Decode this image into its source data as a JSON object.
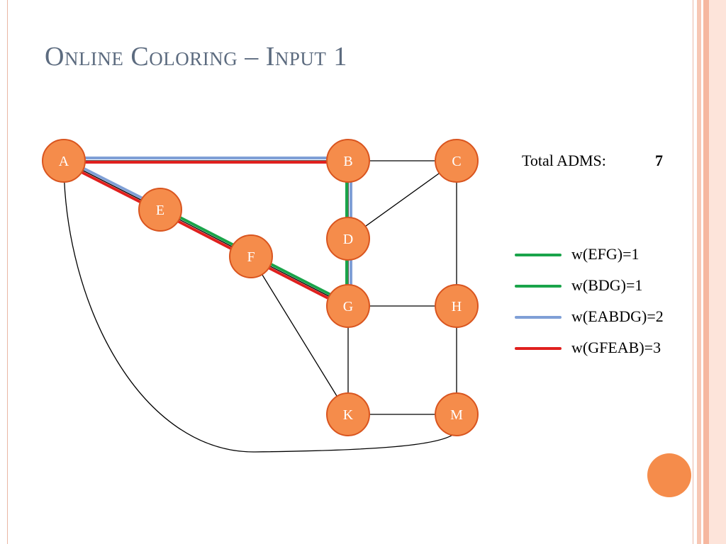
{
  "slide": {
    "title": "Online Coloring – Input 1"
  },
  "total": {
    "label": "Total ADMS:",
    "value": "7"
  },
  "colors": {
    "node_fill": "#f58c4b",
    "node_stroke": "#d9551f",
    "edge": "#000000",
    "green": "#1aa44a",
    "blue": "#7f9fd6",
    "red": "#e0201e"
  },
  "nodes": [
    {
      "id": "A"
    },
    {
      "id": "B"
    },
    {
      "id": "C"
    },
    {
      "id": "D"
    },
    {
      "id": "E"
    },
    {
      "id": "F"
    },
    {
      "id": "G"
    },
    {
      "id": "H"
    },
    {
      "id": "K"
    },
    {
      "id": "M"
    }
  ],
  "edges": [
    {
      "from": "A",
      "to": "B"
    },
    {
      "from": "A",
      "to": "E"
    },
    {
      "from": "A",
      "to": "M"
    },
    {
      "from": "E",
      "to": "F"
    },
    {
      "from": "F",
      "to": "G"
    },
    {
      "from": "F",
      "to": "K"
    },
    {
      "from": "B",
      "to": "C"
    },
    {
      "from": "B",
      "to": "D"
    },
    {
      "from": "D",
      "to": "C"
    },
    {
      "from": "D",
      "to": "G"
    },
    {
      "from": "C",
      "to": "H"
    },
    {
      "from": "G",
      "to": "H"
    },
    {
      "from": "G",
      "to": "K"
    },
    {
      "from": "H",
      "to": "M"
    },
    {
      "from": "K",
      "to": "M"
    }
  ],
  "legend": [
    {
      "label": "w(EFG)=1",
      "color": "green",
      "path": [
        "E",
        "F",
        "G"
      ]
    },
    {
      "label": "w(BDG)=1",
      "color": "green",
      "path": [
        "B",
        "D",
        "G"
      ]
    },
    {
      "label": "w(EABDG)=2",
      "color": "blue",
      "path": [
        "E",
        "A",
        "B",
        "D",
        "G"
      ]
    },
    {
      "label": "w(GFEAB)=3",
      "color": "red",
      "path": [
        "G",
        "F",
        "E",
        "A",
        "B"
      ]
    }
  ]
}
